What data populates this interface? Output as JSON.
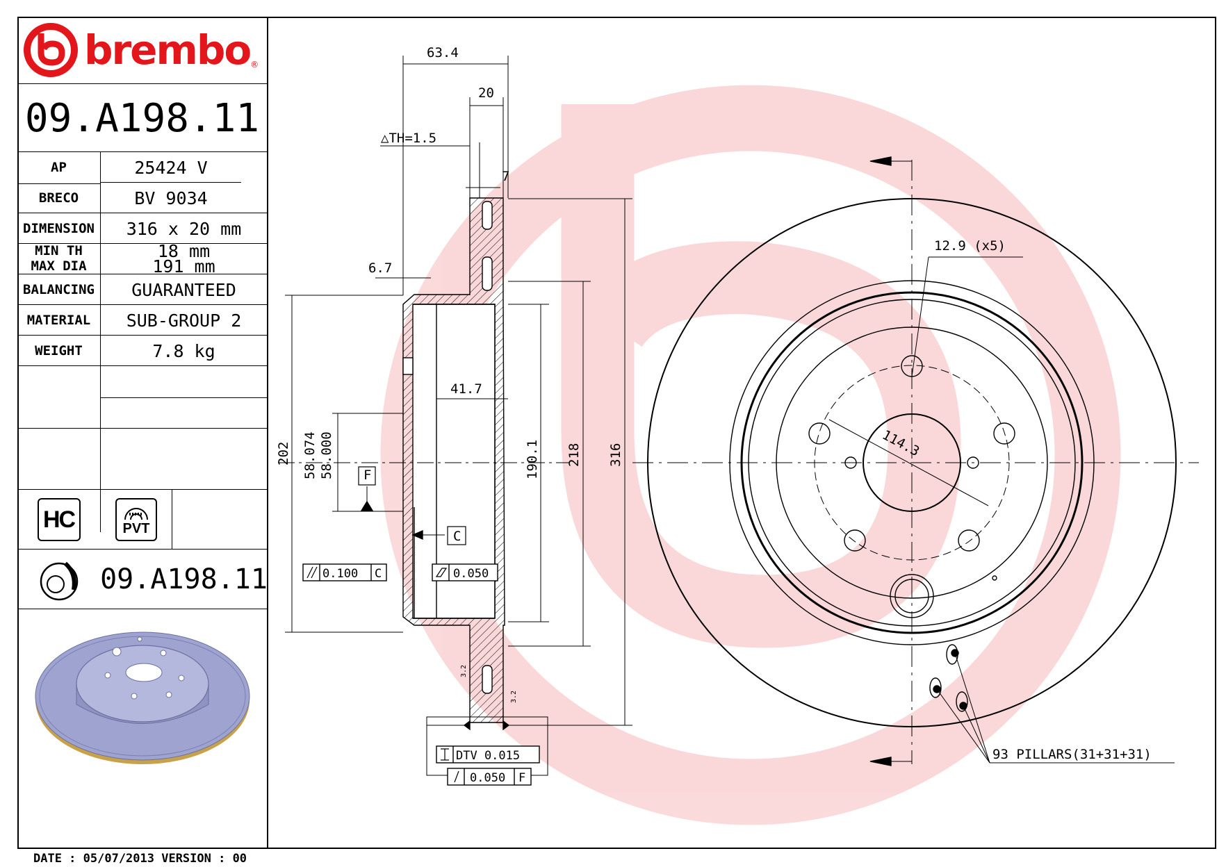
{
  "brand": {
    "name": "brembo",
    "reg_mark": "®",
    "logo_color": "#e3161b"
  },
  "part_number": "09.A198.11",
  "specs": [
    {
      "label": "AP",
      "value": "25424 V"
    },
    {
      "label": "BRECO",
      "value": "BV 9034"
    },
    {
      "label": "DIMENSION",
      "value": "316 x 20 mm"
    },
    {
      "label": "MIN TH",
      "value": "18  mm"
    },
    {
      "label": "MAX DIA",
      "value": "191  mm"
    },
    {
      "label": "BALANCING",
      "value": "GUARANTEED"
    },
    {
      "label": "MATERIAL",
      "value": "SUB-GROUP 2"
    },
    {
      "label": "WEIGHT",
      "value": "7.8 kg"
    }
  ],
  "badges": {
    "hc": "HC",
    "pvt": "PVT",
    "disc_icon": "disc-icon"
  },
  "part_number_small": "09.A198.11",
  "footer": "DATE : 05/07/2013 VERSION : 00",
  "dimensions": {
    "width_total": "63.4",
    "thickness": "20",
    "delta_th": "△TH=1.5",
    "vane": "7",
    "offset": "6.7",
    "hat_depth": "41.7",
    "dia_202": "202",
    "bore_max": "58.074",
    "bore_min": "58.000",
    "dia_190": "190.1",
    "dia_218": "218",
    "dia_316": "316",
    "bolt_hole": "12.9 (x5)",
    "pcd": "114.3",
    "pillars": "93 PILLARS(31+31+31)",
    "datum_f": "F",
    "datum_c": "C",
    "parallelism": "0.100",
    "parallelism_ref": "C",
    "flatness": "0.050",
    "dtv": "DTV 0.015",
    "runout": "0.050",
    "runout_ref": "F",
    "roughness_1": "3.2",
    "roughness_2": "3.2"
  }
}
